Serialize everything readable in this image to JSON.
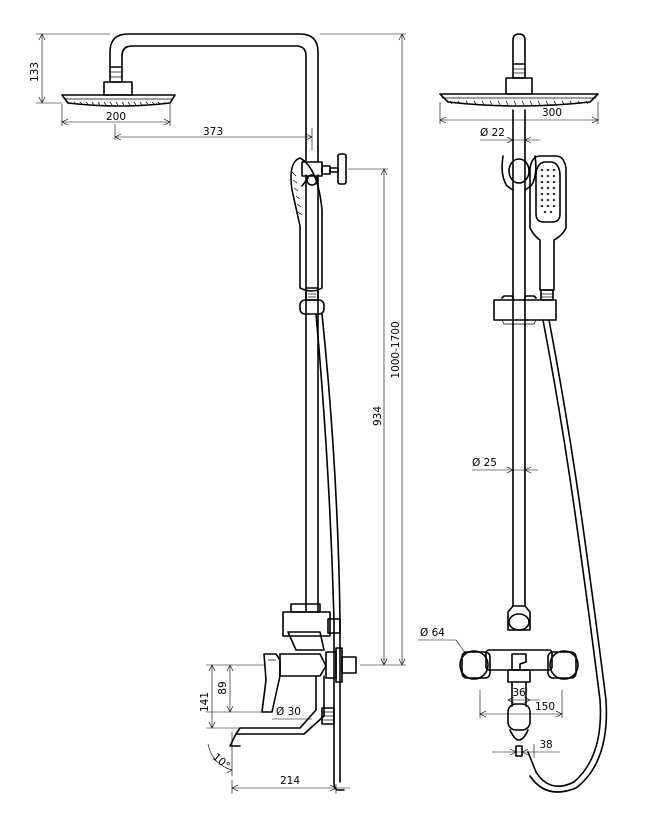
{
  "dimensions": {
    "head_height": "133",
    "head_diameter_side": "200",
    "arm_reach": "373",
    "total_height": "1000-1700",
    "mixer_to_holder": "934",
    "spout_height": "141",
    "handle_height": "89",
    "spout_diameter": "Ø 30",
    "spout_angle": "10°",
    "spout_length": "214",
    "head_width_front": "300",
    "top_pipe_diameter": "Ø 22",
    "riser_diameter": "Ø 25",
    "flange_diameter": "Ø 64",
    "spout_width": "36",
    "center_distance": "150",
    "outlet_offset": "38"
  }
}
